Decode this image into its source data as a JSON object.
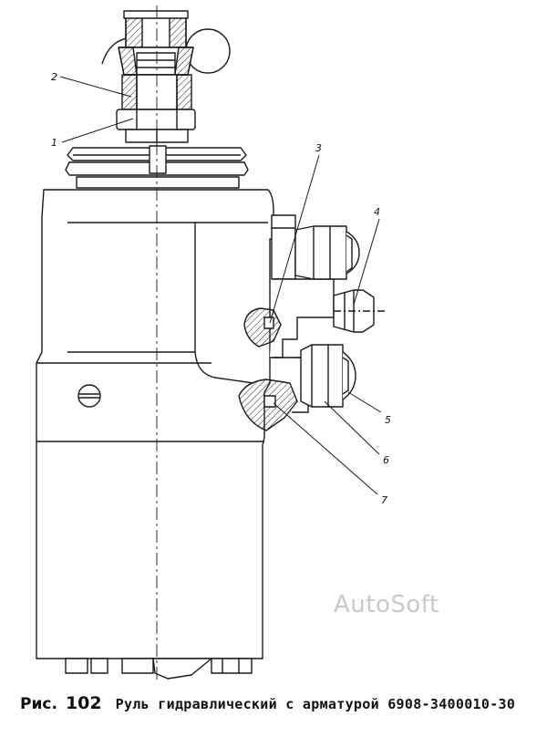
{
  "callouts": [
    "1",
    "2",
    "3",
    "4",
    "5",
    "6",
    "7"
  ],
  "watermark": "AutoSoft",
  "caption": {
    "prefix": "Рис.",
    "number": "102",
    "text": "Руль гидравлический с арматурой 6908-3400010-30"
  }
}
